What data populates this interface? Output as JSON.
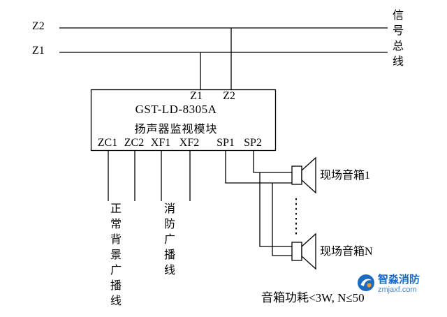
{
  "bus": {
    "z2": "Z2",
    "z1": "Z1",
    "signal_bus": "信号总线"
  },
  "module": {
    "title": "GST-LD-8305A",
    "subtitle": "扬声器监视模块",
    "top_terminals": [
      "Z1",
      "Z2"
    ],
    "bottom_terminals": [
      "ZC1",
      "ZC2",
      "XF1",
      "XF2",
      "SP1",
      "SP2"
    ]
  },
  "labels": {
    "zc_line": "正常背景广播线",
    "xf_line": "消防广播线",
    "speaker1": "现场音箱1",
    "speakerN": "现场音箱N",
    "note": "音箱功耗<3W, N≤50"
  },
  "logo": {
    "brand": "智淼消防",
    "domain": "zmjaxf.com"
  },
  "colors": {
    "line": "#000000",
    "logo_blue": "#1b6ac4",
    "logo_orange": "#f59a23"
  }
}
